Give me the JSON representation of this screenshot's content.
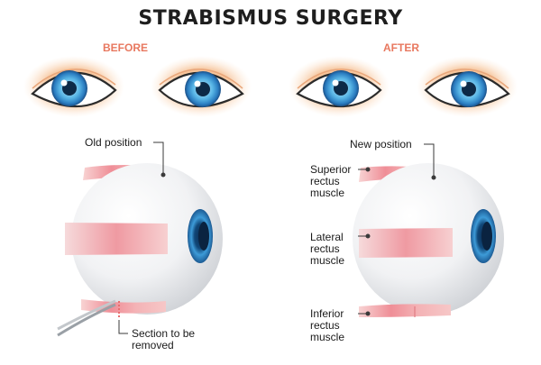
{
  "title": "STRABISMUS  SURGERY",
  "phases": {
    "before": "BEFORE",
    "after": "AFTER"
  },
  "labels": {
    "old_position": "Old position",
    "section_removed": "Section to be\nremoved",
    "new_position": "New position",
    "superior": "Superior\nrectus\nmuscle",
    "lateral": "Lateral\nrectus\nmuscle",
    "inferior": "Inferior\nrectus\nmuscle"
  },
  "colors": {
    "iris": "#2f86c8",
    "iris_light": "#8fd3f2",
    "pupil": "#0d2a47",
    "skin": "#f7c9a0",
    "muscle": "#f29aa0",
    "eyeball": "#eeeff1",
    "accent": "#e8785f"
  },
  "icons": [
    "scissors-icon"
  ]
}
